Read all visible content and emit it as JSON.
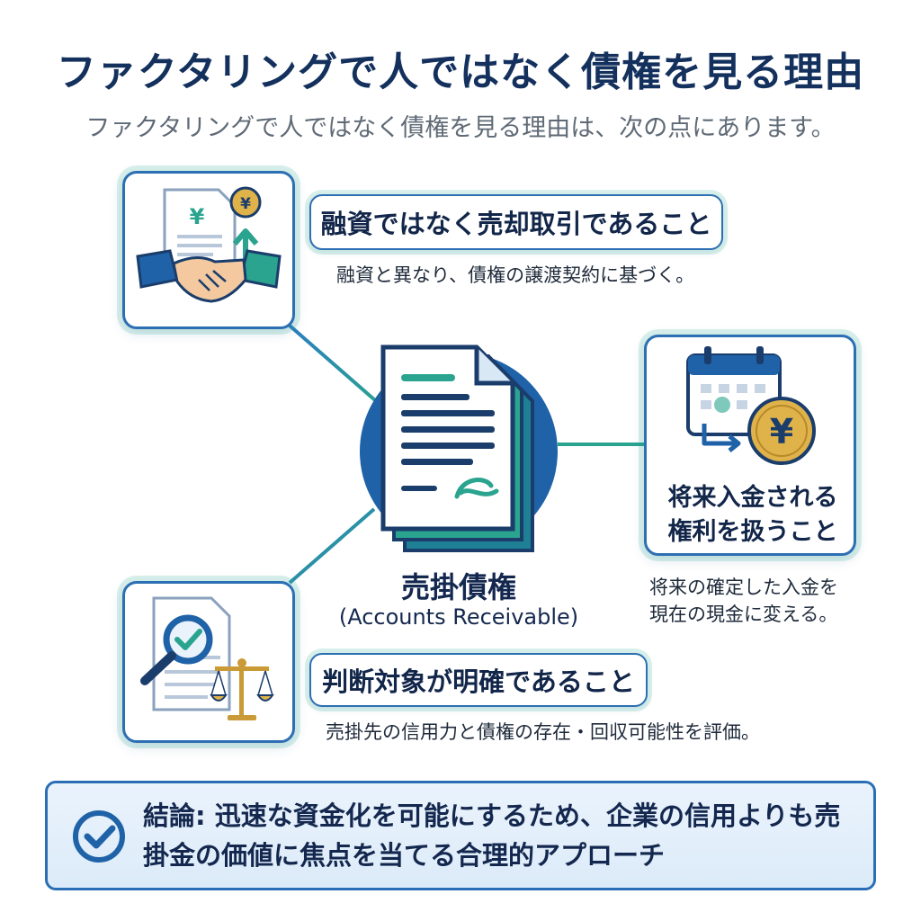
{
  "title": "ファクタリングで人ではなく債権を見る理由",
  "subtitle": "ファクタリングで人ではなく債権を見る理由は、次の点にあります。",
  "hub": {
    "label_ja": "売掛債権",
    "label_en": "(Accounts Receivable)"
  },
  "points": [
    {
      "heading": "融資ではなく売却取引であること",
      "description": "融資と異なり、債権の譲渡契約に基づく。",
      "icons": [
        "document-icon",
        "yen-coin-icon",
        "up-arrow-icon",
        "handshake-icon"
      ]
    },
    {
      "heading_line1": "将来入金される",
      "heading_line2": "権利を扱うこと",
      "description_line1": "将来の確定した入金を",
      "description_line2": "現在の現金に変える。",
      "icons": [
        "calendar-icon",
        "yen-coin-icon",
        "arrow-icon"
      ]
    },
    {
      "heading": "判断対象が明確であること",
      "description": "売掛先の信用力と債権の存在・回収可能性を評価。",
      "icons": [
        "document-icon",
        "magnifier-check-icon",
        "scales-icon"
      ]
    }
  ],
  "conclusion": {
    "text": "結論: 迅速な資金化を可能にするため、企業の信用よりも売掛金の価値に焦点を当てる合理的アプローチ",
    "icon": "check-circle-icon"
  },
  "colors": {
    "navy": "#14315e",
    "blue": "#2d6fb3",
    "teal": "#2aa38f",
    "gold": "#d9a93a"
  }
}
